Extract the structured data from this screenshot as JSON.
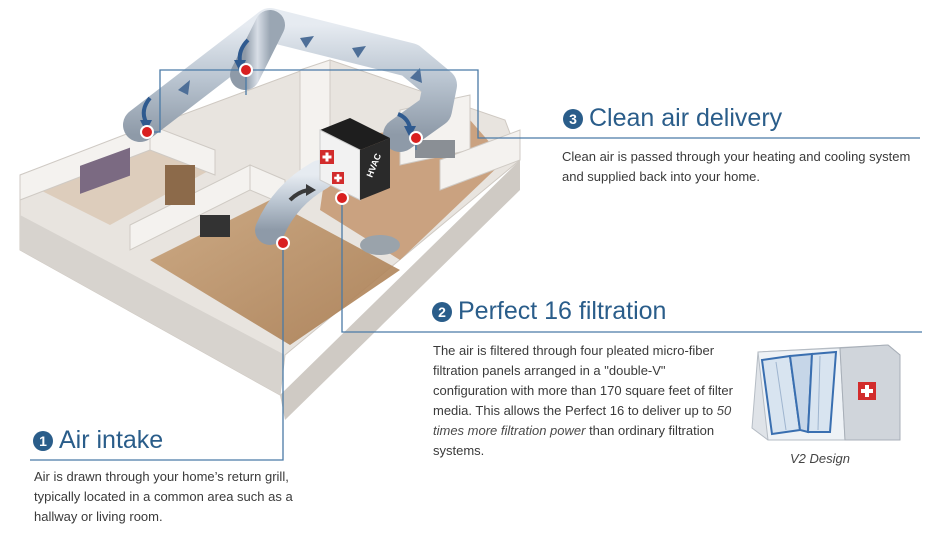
{
  "steps": [
    {
      "number": "3",
      "title": "Clean air delivery",
      "text": "Clean air is passed through your heating and cooling system and supplied back into your home."
    },
    {
      "number": "2",
      "title": "Perfect 16 filtration",
      "text_before": "The air is filtered through four pleated micro-fiber filtration panels arranged in a \"double-V\" configuration with more than 170 square feet of filter media. This allows the Perfect 16 to deliver up to ",
      "text_emphasis": "50 times more filtration power",
      "text_after": " than ordinary filtration systems."
    },
    {
      "number": "1",
      "title": "Air intake",
      "text": "Air is drawn through your home’s return grill, typically located in a common area such as a hallway or living room."
    }
  ],
  "unit_label": "HVAC",
  "product_caption": "V2 Design",
  "colors": {
    "heading": "#2a5d8a",
    "leader_line": "#4a7aa6",
    "marker": "#d92020",
    "brand_red": "#d22c2c",
    "duct": "#b9c4d0"
  },
  "icons": [
    "red-marker-icon",
    "swiss-cross-icon",
    "airflow-arrow-icon"
  ]
}
